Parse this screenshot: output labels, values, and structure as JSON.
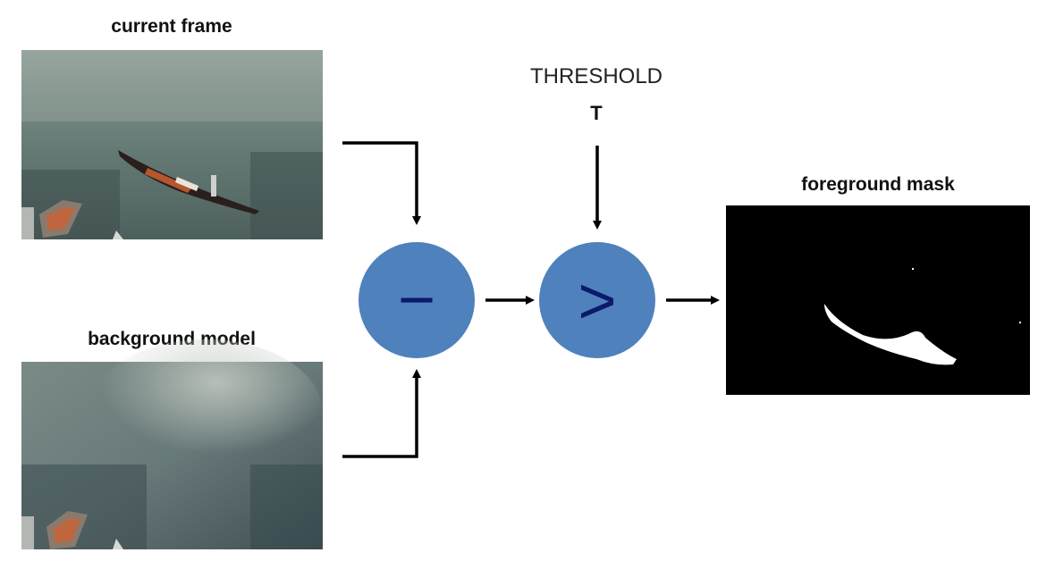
{
  "inputs": {
    "current_frame_label": "current frame",
    "background_model_label": "background model"
  },
  "threshold": {
    "label": "THRESHOLD",
    "symbol": "T"
  },
  "output": {
    "label": "foreground mask"
  },
  "operators": {
    "subtract_symbol": "−",
    "compare_symbol": ">"
  },
  "colors": {
    "operator_fill": "#4f81bd",
    "operator_symbol": "#0b1a6b",
    "arrow": "#000000",
    "mask_background": "#000000",
    "mask_foreground": "#ffffff"
  }
}
